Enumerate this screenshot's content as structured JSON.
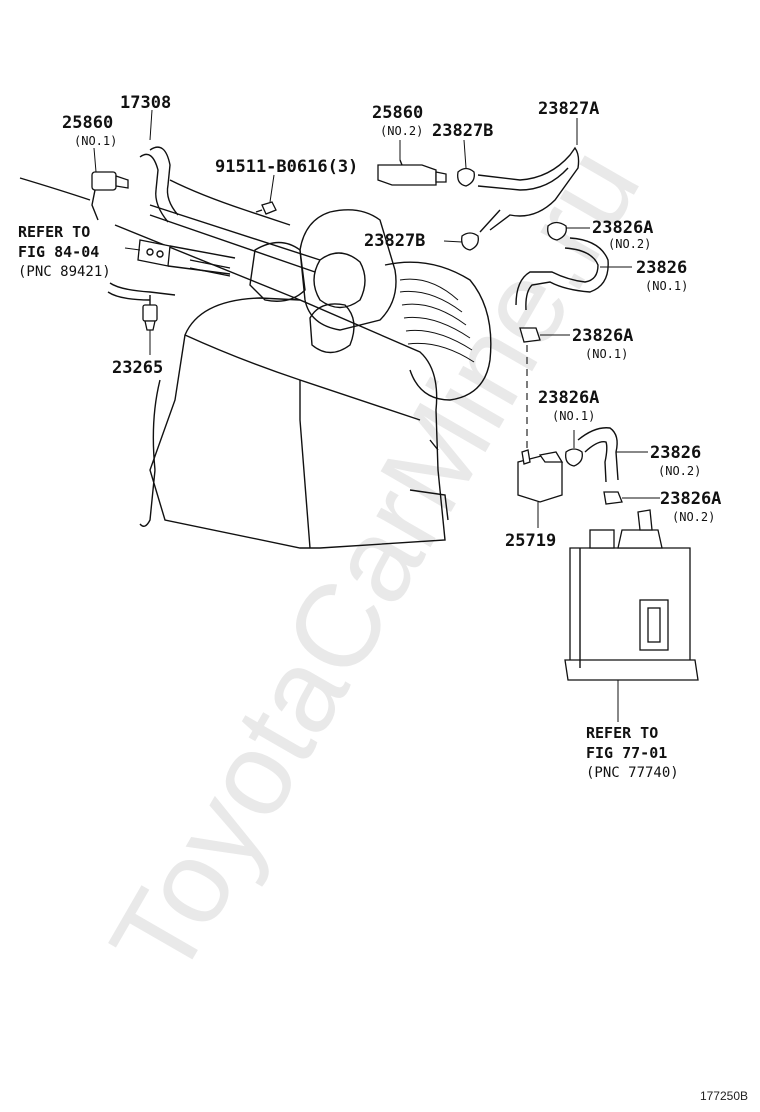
{
  "watermark": "ToyotaCarMine.ru",
  "figure_id": "177250B",
  "labels": {
    "p17308": "17308",
    "p25860_1": "25860",
    "p25860_1_sub": "(NO.1)",
    "p91511": "91511-B0616(3)",
    "p25860_2": "25860",
    "p25860_2_sub": "(NO.2)",
    "p23827b_top": "23827B",
    "p23827a": "23827A",
    "p23826a_no2_top": "23826A",
    "p23826a_no2_top_sub": "(NO.2)",
    "p23827b_mid": "23827B",
    "p23826_no1": "23826",
    "p23826_no1_sub": "(NO.1)",
    "p23826a_no1_mid": "23826A",
    "p23826a_no1_mid_sub": "(NO.1)",
    "p23826a_no1_low": "23826A",
    "p23826a_no1_low_sub": "(NO.1)",
    "p23826_no2": "23826",
    "p23826_no2_sub": "(NO.2)",
    "p23826a_no2_low": "23826A",
    "p23826a_no2_low_sub": "(NO.2)",
    "p25719": "25719",
    "p23265": "23265"
  },
  "refs": {
    "left": {
      "line1": "REFER TO",
      "line2": "FIG 84-04",
      "line3": "(PNC 89421)"
    },
    "right": {
      "line1": "REFER TO",
      "line2": "FIG 77-01",
      "line3": "(PNC 77740)"
    }
  }
}
